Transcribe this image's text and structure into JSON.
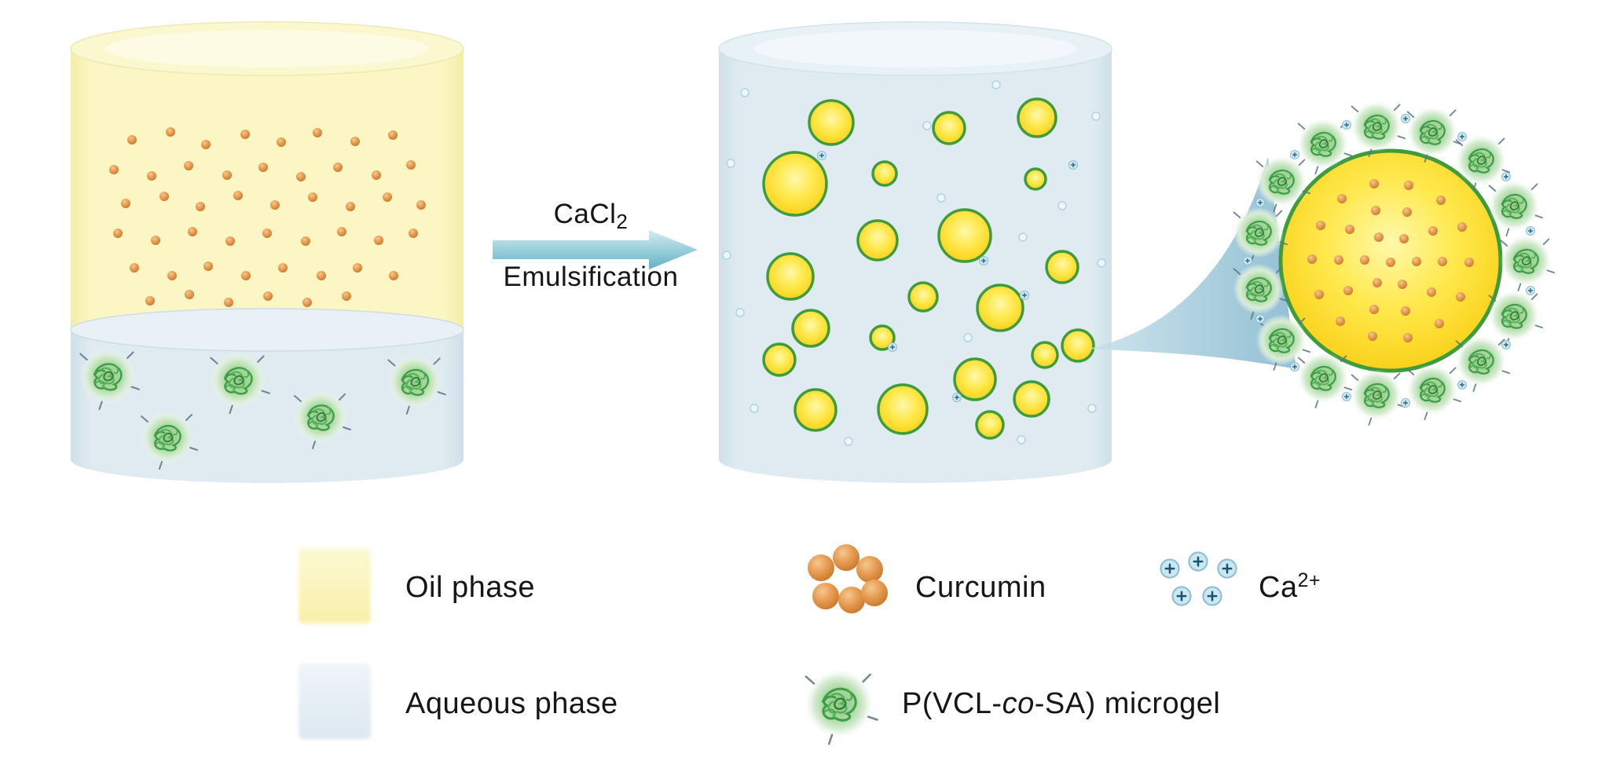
{
  "figure": {
    "background": "#FFFFFF"
  },
  "process": {
    "reagent_base": "CaCl",
    "reagent_sub": "2",
    "step_label": "Emulsification"
  },
  "legend": {
    "oil_label": "Oil phase",
    "aqueous_label": "Aqueous phase",
    "curcumin_label": "Curcumin",
    "calcium_base": "Ca",
    "calcium_sup": "2+",
    "microgel_pre": "P(VCL-",
    "microgel_italic": "co",
    "microgel_post": "-SA) microgel"
  },
  "icons": {
    "arrow-icon": "rightward reaction arrow",
    "oil-swatch": "pale yellow square",
    "aqueous-swatch": "pale blue square",
    "curcumin-icon": "cluster of orange spheres",
    "calcium-ion-icon": "light blue circle with plus sign",
    "microgel-icon": "green polymer scribble ball",
    "zoom-callout-icon": "magnification wedge"
  },
  "colors": {
    "oil_phase": "#FBF6C4",
    "aqueous_phase": "#DFEBF1",
    "droplet_fill": "#FFE94E",
    "droplet_rim": "#3E9B3E",
    "curcumin": "#E69B52",
    "microgel": "#58B158",
    "calcium_ion": "#8AC0D4",
    "arrow": "#5FB3C6",
    "text": "#161616"
  }
}
